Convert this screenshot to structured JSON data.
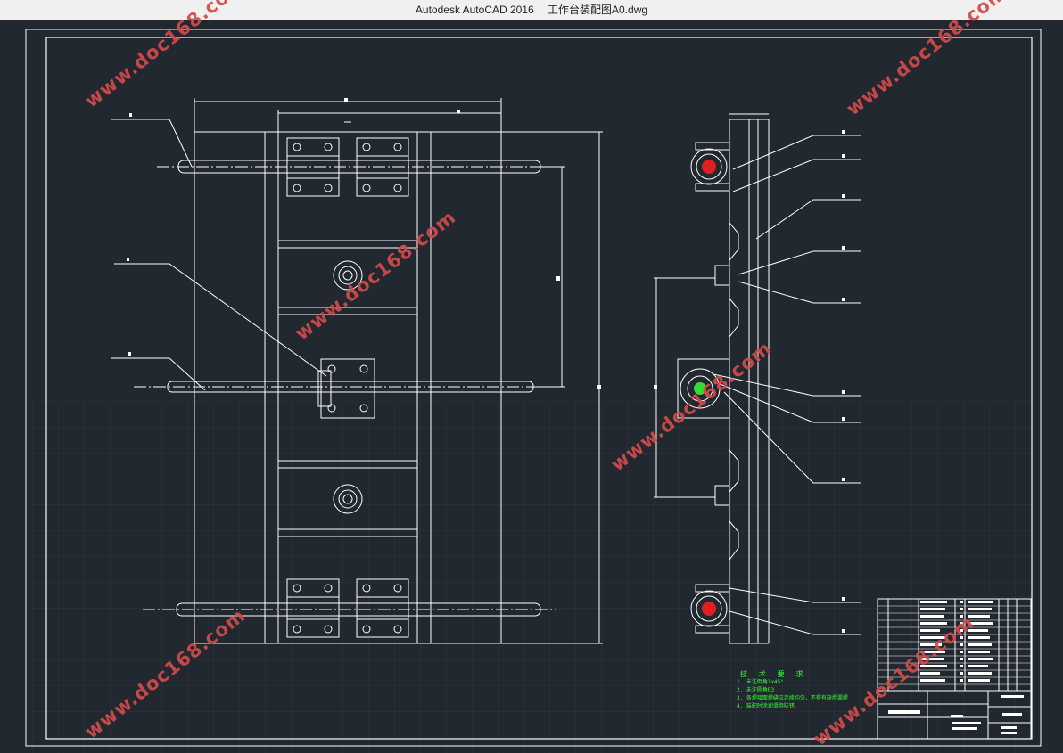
{
  "window": {
    "app_title": "Autodesk AutoCAD 2016",
    "file_title": "工作台装配图A0.dwg"
  },
  "watermark": {
    "text": "www.doc168.com",
    "color": "#d34a4a"
  },
  "tech_notes": {
    "heading": "技 术 要 求",
    "items": [
      "1. 未注倒角1x45°",
      "2. 未注圆角R3",
      "3. 各焊接面焊缝应连续均匀，不得有缺焊漏焊",
      "4. 装配时涂润滑脂防锈"
    ],
    "color": "#33ff33"
  },
  "colors": {
    "background": "#212830",
    "lines": "#ffffff",
    "grid": "#2c343d",
    "bearing_red": "#e02020",
    "bearing_green": "#33dd33"
  }
}
